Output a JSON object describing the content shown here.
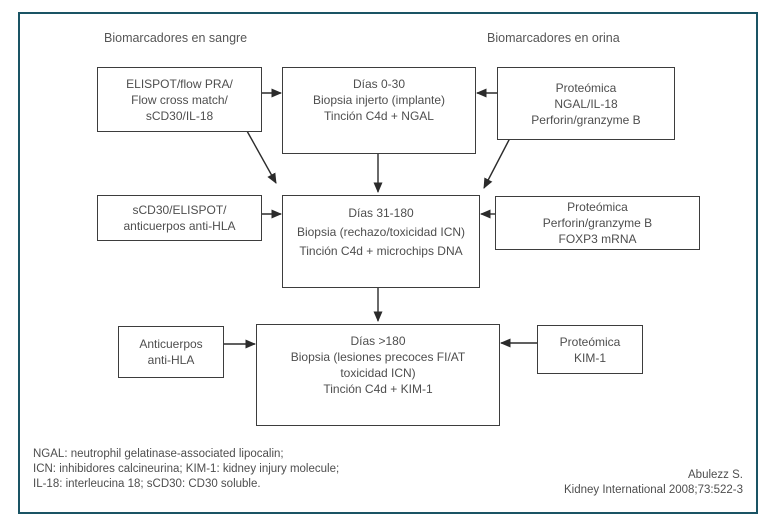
{
  "figure": {
    "frame_color": "#1a5464",
    "box_border_color": "#3d3d3d",
    "text_color": "#4e4e4e",
    "arrow_color": "#2b2b2b"
  },
  "headers": {
    "blood": "Biomarcadores en sangre",
    "urine": "Biomarcadores en orina"
  },
  "boxes": {
    "blood_row1": {
      "lines": [
        "ELISPOT/flow PRA/",
        "Flow cross match/",
        "sCD30/IL-18"
      ]
    },
    "center_row1": {
      "lines": [
        "Días 0-30",
        "Biopsia injerto (implante)",
        "Tinción C4d + NGAL"
      ]
    },
    "urine_row1": {
      "lines": [
        "Proteómica",
        "NGAL/IL-18",
        "Perforin/granzyme B"
      ]
    },
    "blood_row2": {
      "lines": [
        "sCD30/ELISPOT/",
        "anticuerpos anti-HLA"
      ]
    },
    "center_row2": {
      "lines": [
        "Días 31-180",
        "Biopsia (rechazo/toxicidad ICN)",
        "Tinción C4d + microchips DNA"
      ]
    },
    "urine_row2": {
      "lines": [
        "Proteómica",
        "Perforin/granzyme B",
        "FOXP3 mRNA"
      ]
    },
    "blood_row3": {
      "lines": [
        "Anticuerpos",
        "anti-HLA"
      ]
    },
    "center_row3": {
      "lines": [
        "Días >180",
        "Biopsia (lesiones precoces FI/AT",
        "toxicidad ICN)",
        "Tinción C4d + KIM-1"
      ]
    },
    "urine_row3": {
      "lines": [
        "Proteómica",
        "KIM-1"
      ]
    }
  },
  "footnotes": {
    "lines": [
      "NGAL: neutrophil gelatinase-associated lipocalin;",
      "ICN: inhibidores calcineurina; KIM-1: kidney injury molecule;",
      "IL-18: interleucina 18; sCD30: CD30 soluble."
    ]
  },
  "citation": {
    "lines": [
      "Abulezz S.",
      "Kidney International 2008;73:522-3"
    ]
  }
}
